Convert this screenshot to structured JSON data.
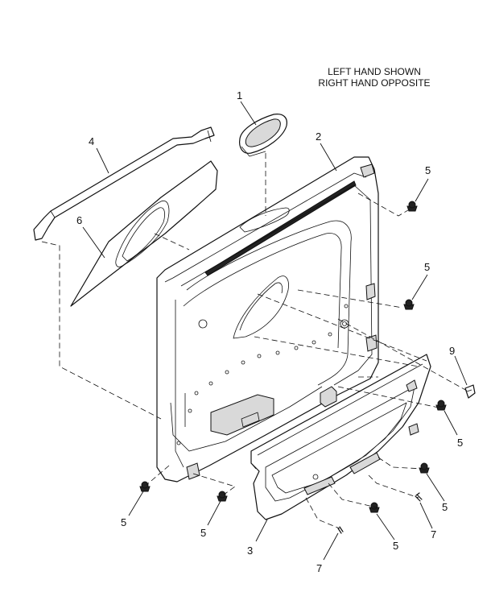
{
  "note": {
    "line1": "LEFT HAND SHOWN",
    "line2": "RIGHT HAND OPPOSITE"
  },
  "callouts": {
    "c1": "1",
    "c2": "2",
    "c3": "3",
    "c4": "4",
    "c5a": "5",
    "c5b": "5",
    "c5c": "5",
    "c5d": "5",
    "c5e": "5",
    "c5f": "5",
    "c5g": "5",
    "c6": "6",
    "c7a": "7",
    "c7b": "7",
    "c9": "9"
  }
}
